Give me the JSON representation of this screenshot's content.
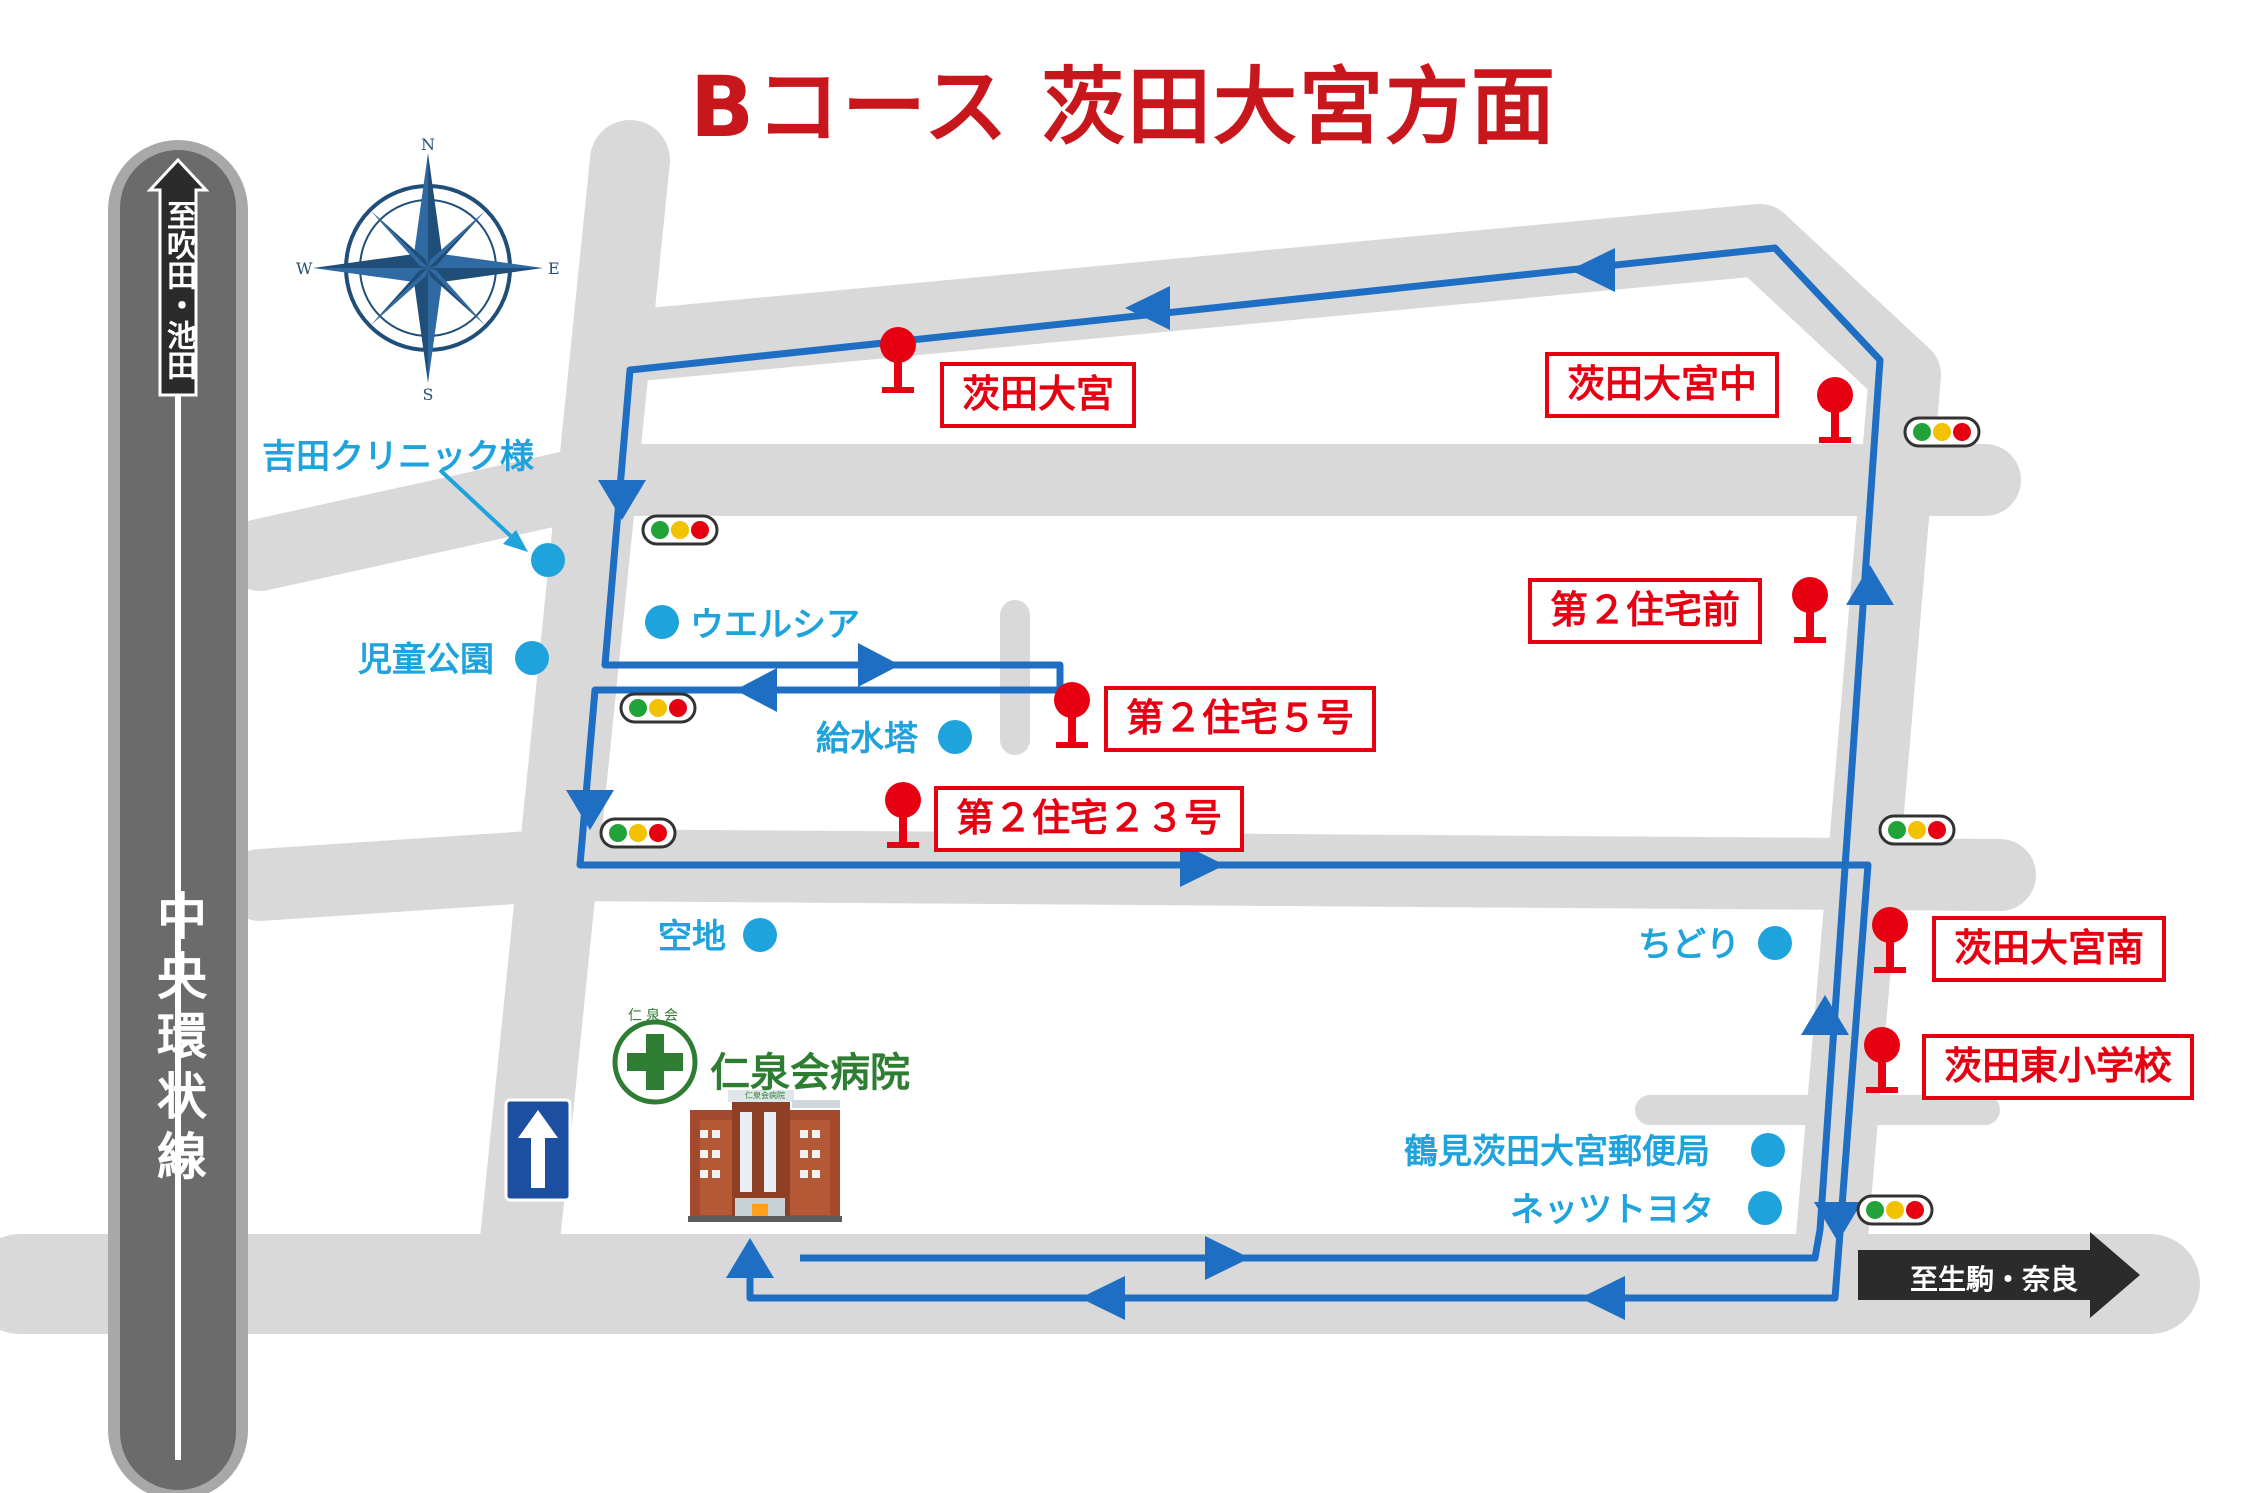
{
  "title": "Bコース 茨田大宮方面",
  "compass": {
    "n": "N",
    "s": "S",
    "e": "E",
    "w": "W"
  },
  "directions": {
    "north": "至吹田・池田",
    "east": "至生駒・奈良",
    "ring_road": "中央環状線"
  },
  "bus_stops": [
    {
      "label": "茨田大宮"
    },
    {
      "label": "茨田大宮中"
    },
    {
      "label": "第２住宅前"
    },
    {
      "label": "第２住宅５号"
    },
    {
      "label": "第２住宅２３号"
    },
    {
      "label": "茨田大宮南"
    },
    {
      "label": "茨田東小学校"
    }
  ],
  "landmarks": [
    {
      "label": "吉田クリニック様"
    },
    {
      "label": "児童公園"
    },
    {
      "label": "ウエルシア"
    },
    {
      "label": "給水塔"
    },
    {
      "label": "空地"
    },
    {
      "label": "ちどり"
    },
    {
      "label": "鶴見茨田大宮郵便局"
    },
    {
      "label": "ネッツトヨタ"
    }
  ],
  "hospital": {
    "name": "仁泉会病院",
    "logo_text": "仁泉会",
    "sign_text": "仁泉会病院"
  },
  "colors": {
    "title": "#c8161d",
    "stop": "#e60012",
    "route": "#1e6fc4",
    "landmark": "#1fa3dc",
    "road": "#d9d9d9",
    "ring_road": "#666666",
    "hospital_text": "#2e7d32"
  },
  "icons": [
    "compass-rose-icon",
    "bus-stop-icon",
    "traffic-light-icon",
    "one-way-arrow-icon",
    "hospital-building-icon",
    "hospital-cross-logo-icon"
  ]
}
